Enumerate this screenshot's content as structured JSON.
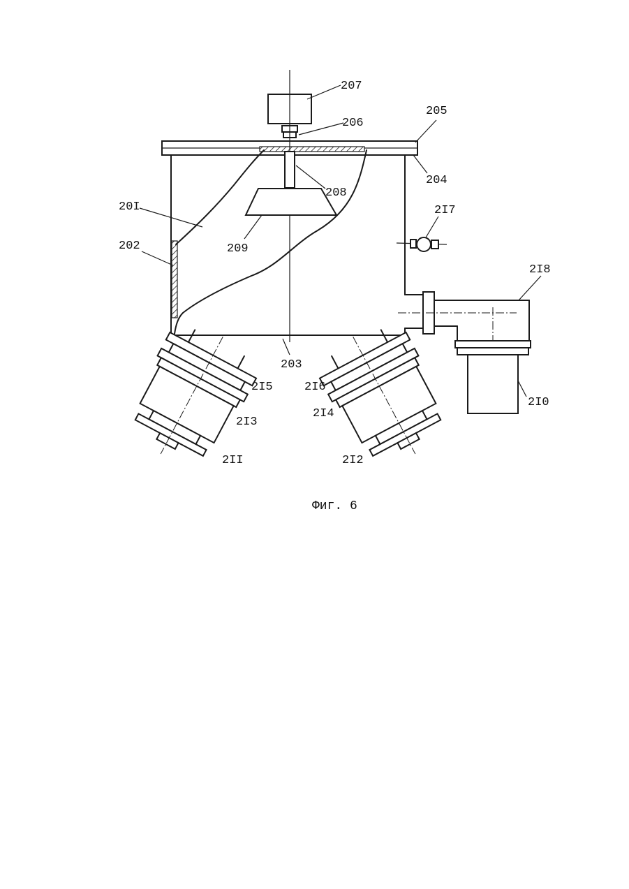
{
  "figure": {
    "caption": "Фиг. 6",
    "labels": {
      "l201": "20I",
      "l202": "202",
      "l203": "203",
      "l204": "204",
      "l205": "205",
      "l206": "206",
      "l207": "207",
      "l208": "208",
      "l209": "209",
      "l210": "2I0",
      "l211": "2II",
      "l212": "2I2",
      "l213": "2I3",
      "l214": "2I4",
      "l215": "2I5",
      "l216": "2I6",
      "l217": "2I7",
      "l218": "2I8"
    }
  }
}
